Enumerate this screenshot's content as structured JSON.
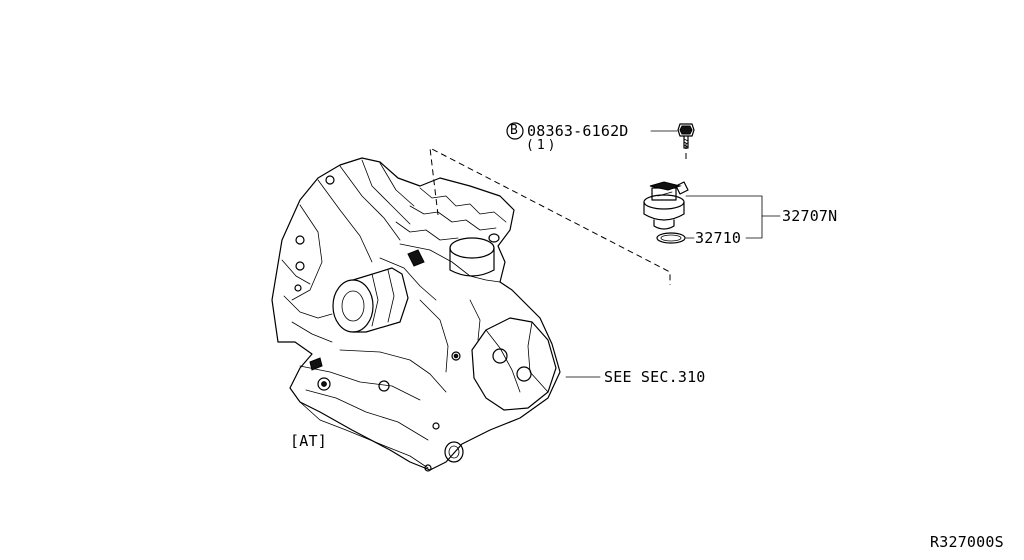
{
  "labels": {
    "bolt_prefix": "B",
    "bolt_part": "08363-6162D",
    "bolt_qty": "(1)",
    "sensor_assembly": "32707N",
    "o_ring": "32710",
    "see_section": "SEE SEC.310",
    "variant": "[AT]",
    "diagram_code": "R327000S"
  }
}
